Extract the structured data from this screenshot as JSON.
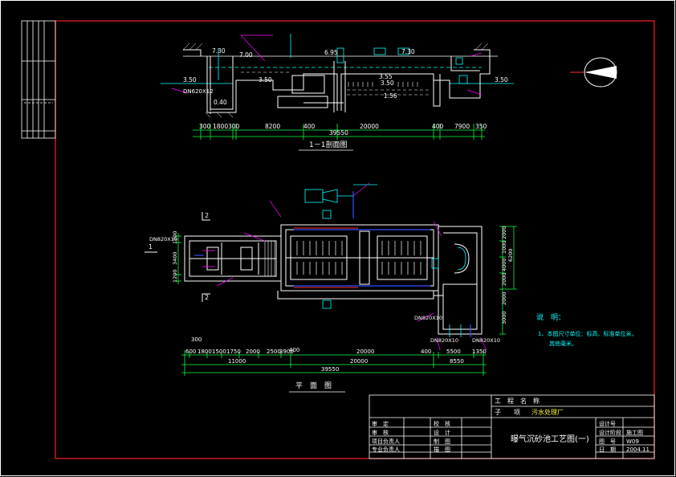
{
  "colors": {
    "background": "#000000",
    "frame": "#ff2020",
    "line": "#ffffff",
    "dimension": "#00ff40",
    "annotation": "#00ffff",
    "leader": "#ff00ff",
    "pipe_blue": "#3050ff",
    "pipe_red": "#ff3030",
    "water": "#00ffff",
    "notes_text": "#00ffff",
    "title_yellow": "#ffff40"
  },
  "section": {
    "title": "1－1剖面图",
    "elevations": [
      "7.30",
      "7.00",
      "6.95",
      "7.30",
      "3.50",
      "3.50",
      "3.55",
      "3.50",
      "3.50",
      "1.56",
      "0.40"
    ],
    "pipe_label": "DN620X12",
    "dims_row1": [
      "300",
      "1800",
      "300",
      "8200",
      "400",
      "20000",
      "400",
      "7900",
      "350"
    ],
    "dims_total": "39550"
  },
  "plan": {
    "title": "平　面　图",
    "mark_1": "1",
    "mark_2": "2",
    "pipe_labels": [
      "DN820X10",
      "DN820X10",
      "DN820X10",
      "DN820X10"
    ],
    "left_dims": [
      "1200",
      "3400",
      "1200"
    ],
    "right_dims": [
      "2000",
      "1000",
      "4000",
      "2000",
      "6200",
      "2000",
      "3000"
    ],
    "dims_row0": [
      "300",
      "400"
    ],
    "dims_row1": [
      "600",
      "1800",
      "1500",
      "1750",
      "2000",
      "2500",
      "3900",
      "20000",
      "400",
      "5500",
      "1350"
    ],
    "dims_row2": [
      "11000",
      "20000",
      "8550"
    ],
    "dims_total": "39550"
  },
  "notes": {
    "heading": "说　明：",
    "line1": "1、本图尺寸单位：标高、标准单位米，",
    "line2": "　　其他毫米。"
  },
  "title_block": {
    "project_label": "工　程　名　称",
    "sub_label": "子　　项",
    "sub_value": "污水处理厂",
    "drawing_title": "曝气沉砂池工艺图(一)",
    "roles": [
      "审　定",
      "审　核",
      "项目负责人",
      "专业负责人"
    ],
    "roles2": [
      "校　核",
      "设　计",
      "制　图",
      "描　图"
    ],
    "right_labels": [
      "设计号",
      "设计阶段",
      "图　号",
      "日　期"
    ],
    "right_values": [
      "",
      "施工图",
      "W09",
      "2004.11"
    ]
  }
}
